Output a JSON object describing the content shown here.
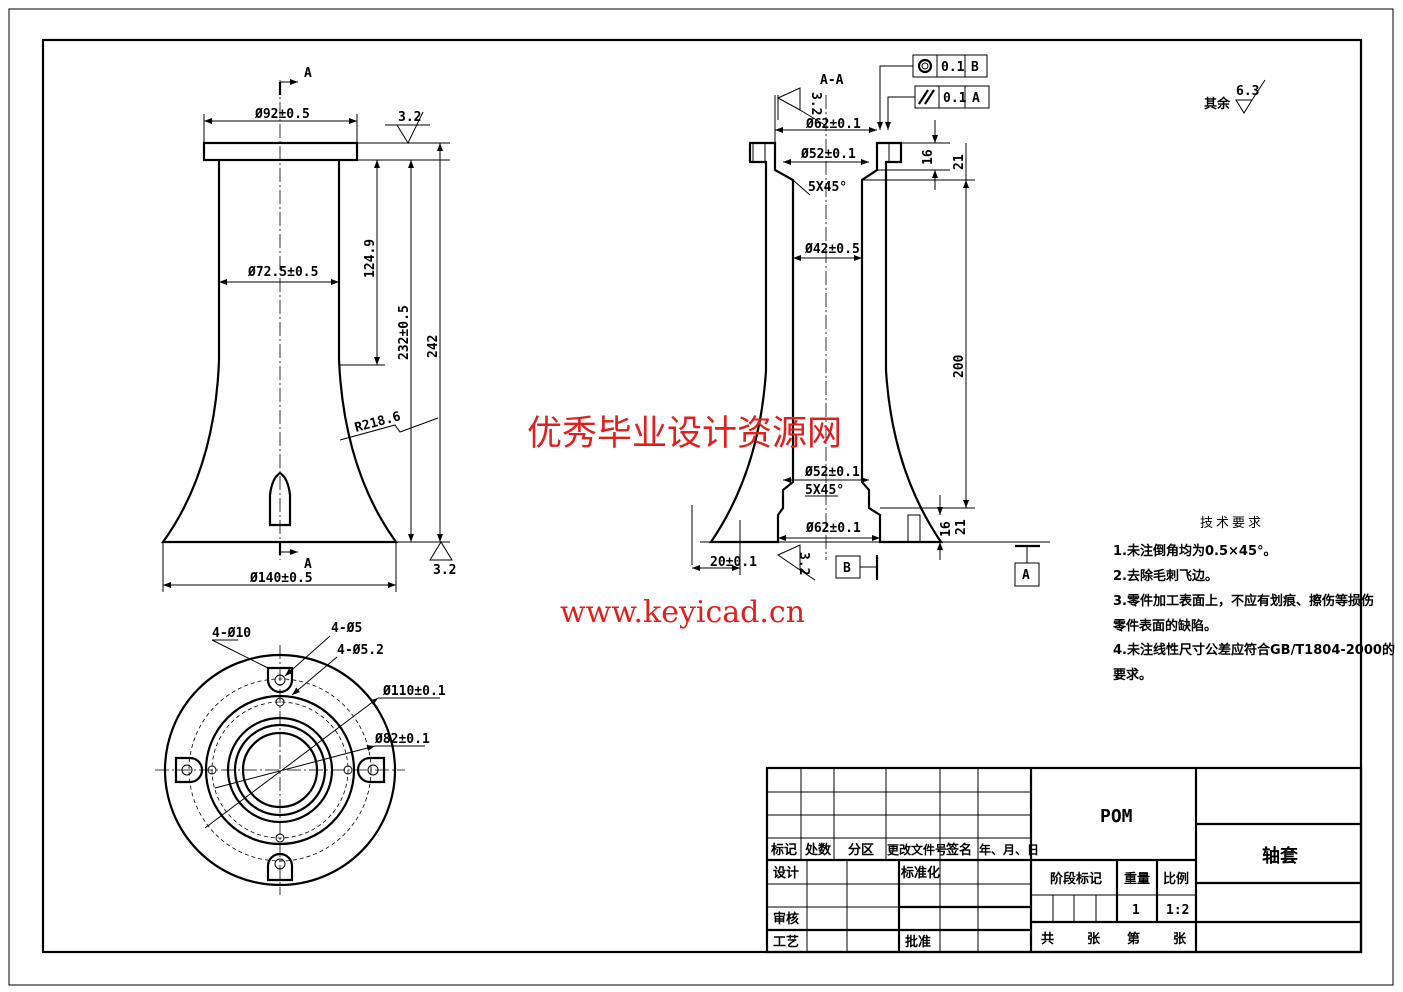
{
  "front_view": {
    "section_mark_top": "A",
    "section_mark_bottom": "A",
    "dim_flange_dia": "Ø92±0.5",
    "dim_neck_dia": "Ø72.5±0.5",
    "dim_neck_height": "124.9",
    "dim_body_height": "232±0.5",
    "dim_total_height": "242",
    "dim_radius": "R218.6",
    "dim_base_dia": "Ø140±0.5",
    "roughness_top": "3.2",
    "roughness_bottom": "3.2"
  },
  "section_view": {
    "title": "A-A",
    "roughness_top": "3.2",
    "roughness_bottom": "3.2",
    "dim_top_counterbore": "Ø62±0.1",
    "dim_top_step": "Ø52±0.1",
    "dim_top_chamfer": "5X45°",
    "dim_bore": "Ø42±0.5",
    "dim_bottom_step": "Ø52±0.1",
    "dim_bottom_chamfer": "5X45°",
    "dim_bottom_counterbore": "Ø62±0.1",
    "dim_top_16": "16",
    "dim_top_21": "21",
    "dim_mid_200": "200",
    "dim_bottom_16": "16",
    "dim_bottom_21": "21",
    "dim_offset": "20±0.1",
    "datum_b": "B",
    "datum_a": "A",
    "tolerance_concentricity": {
      "value": "0.1",
      "datum": "B"
    },
    "tolerance_parallelism": {
      "value": "0.1",
      "datum": "A"
    }
  },
  "bottom_view": {
    "holes_10": "4-Ø10",
    "holes_5": "4-Ø5",
    "holes_5_2": "4-Ø5.2",
    "dim_pcd_110": "Ø110±0.1",
    "dim_pcd_82": "Ø82±0.1"
  },
  "general_roughness": {
    "label": "其余",
    "value": "6.3"
  },
  "tech_requirements": {
    "title": "技术要求",
    "items": [
      "1.未注倒角均为0.5×45°。",
      "2.去除毛刺飞边。",
      "3.零件加工表面上，不应有划痕、擦伤等损伤",
      "零件表面的缺陷。",
      "4.未注线性尺寸公差应符合GB/T1804-2000的",
      "要求。"
    ]
  },
  "title_block": {
    "revision_headers": [
      "标记",
      "处数",
      "分区",
      "更改文件号",
      "签名",
      "年、月、日"
    ],
    "design": "设计",
    "standardization": "标准化",
    "review": "审核",
    "process": "工艺",
    "approve": "批准",
    "material": "POM",
    "stage_mark": "阶段标记",
    "weight_label": "重量",
    "scale_label": "比例",
    "weight": "1",
    "scale": "1:2",
    "total": "共",
    "sheets": "张",
    "sheet_no": "第",
    "sheet": "张",
    "part_name": "轴套"
  },
  "watermark": {
    "title": "优秀毕业设计资源网",
    "url": "www.keyicad.cn"
  }
}
